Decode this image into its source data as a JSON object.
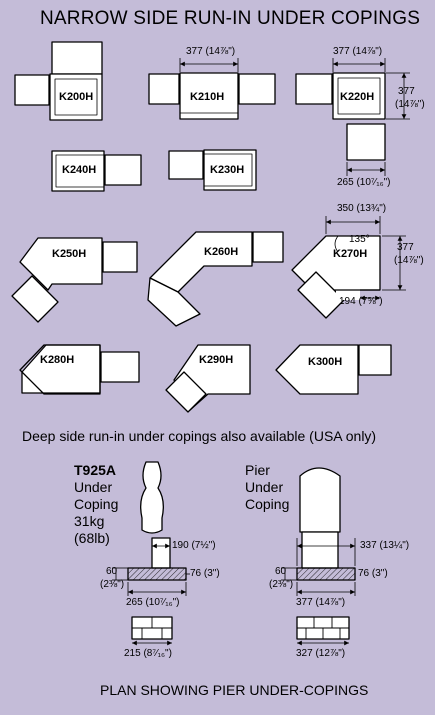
{
  "title": "NARROW SIDE RUN-IN UNDER COPINGS",
  "pieces": [
    {
      "code": "K200H"
    },
    {
      "code": "K210H"
    },
    {
      "code": "K220H"
    },
    {
      "code": "K240H"
    },
    {
      "code": "K230H"
    },
    {
      "code": "K250H"
    },
    {
      "code": "K260H"
    },
    {
      "code": "K270H"
    },
    {
      "code": "K280H"
    },
    {
      "code": "K290H"
    },
    {
      "code": "K300H"
    }
  ],
  "dims": {
    "k210_width": "377 (14⅞\")",
    "k220_width": "377 (14⅞\")",
    "k220_depth_a": "377",
    "k220_depth_b": "(14⅞\")",
    "k220_return": "265 (10⁷⁄₁₆\")",
    "k270_width": "350 (13¾\")",
    "k270_angle": "135°",
    "k270_depth_a": "377",
    "k270_depth_b": "(14⅞\")",
    "k270_return": "194 (7⅝\")"
  },
  "note": "Deep side run-in under copings also available (USA only)",
  "t925a": {
    "code": "T925A",
    "desc_lines": [
      "Under",
      "Coping",
      "31kg",
      "(68lb)"
    ],
    "dim_top": "190 (7½\")",
    "dim_left_a": "60",
    "dim_left_b": "(2⅜\")",
    "dim_right": "76 (3\")",
    "dim_width": "265 (10⁷⁄₁₆\")",
    "dim_plan": "215 (8⁷⁄₁₆\")"
  },
  "pier": {
    "desc_lines": [
      "Pier",
      "Under",
      "Coping"
    ],
    "dim_top": "337 (13¼\")",
    "dim_left_a": "60",
    "dim_left_b": "(2⅜\")",
    "dim_right": "76 (3\")",
    "dim_width": "377 (14⅞\")",
    "dim_plan": "327 (12⅞\")"
  },
  "footer": "PLAN SHOWING PIER UNDER-COPINGS",
  "colors": {
    "background": "#c4bcd8",
    "piece": "#ffffff",
    "outline": "#000000"
  }
}
